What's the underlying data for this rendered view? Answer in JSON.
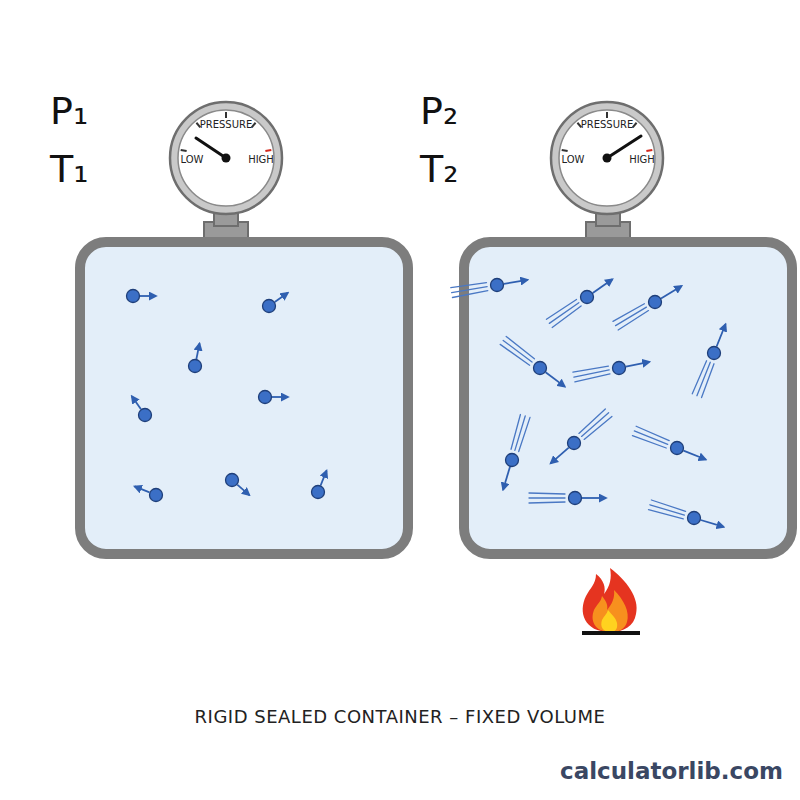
{
  "diagram": {
    "caption": "RIGID SEALED CONTAINER – FIXED VOLUME",
    "nodes": [
      {
        "text": [
          "PRESSURE",
          "LOW",
          "HIGH"
        ]
      },
      {
        "text": [
          "PRESSURE",
          "LOW",
          "HIGH"
        ]
      }
    ],
    "labels": [
      "P₁",
      "T₁",
      "P₂",
      "T₂",
      "calculatorlib.com"
    ]
  }
}
